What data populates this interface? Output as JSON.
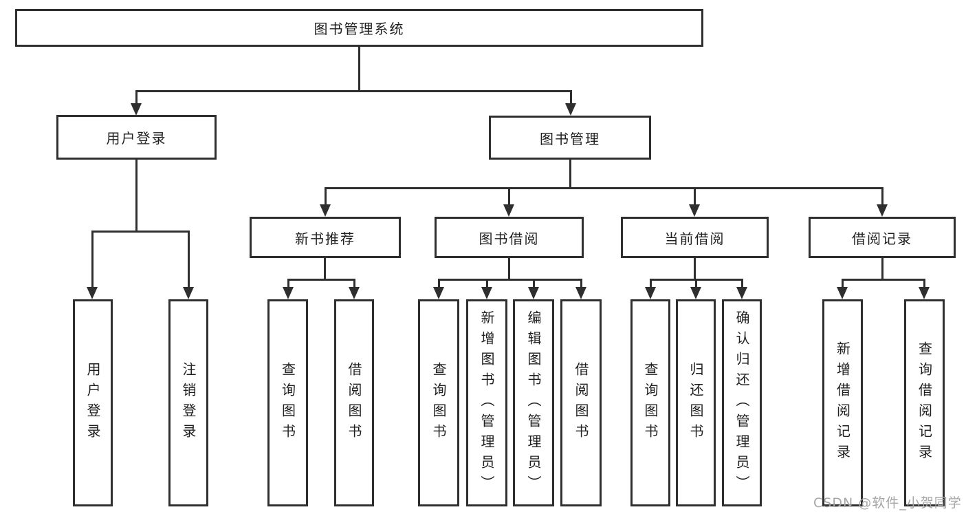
{
  "colors": {
    "line": "#2f2f2f",
    "text": "#1f1f1f",
    "background": "#ffffff",
    "watermark": "#a6a6a6"
  },
  "tree": {
    "root": {
      "label": "图书管理系统"
    },
    "branches": [
      {
        "label": "用户登录",
        "children": [
          {
            "label": "用户登录"
          },
          {
            "label": "注销登录"
          }
        ]
      },
      {
        "label": "图书管理",
        "children": [
          {
            "label": "新书推荐",
            "children": [
              {
                "label": "查询图书"
              },
              {
                "label": "借阅图书"
              }
            ]
          },
          {
            "label": "图书借阅",
            "children": [
              {
                "label": "查询图书"
              },
              {
                "label": "新增图书（管理员）"
              },
              {
                "label": "编辑图书（管理员）"
              },
              {
                "label": "借阅图书"
              }
            ]
          },
          {
            "label": "当前借阅",
            "children": [
              {
                "label": "查询图书"
              },
              {
                "label": "归还图书"
              },
              {
                "label": "确认归还（管理员）"
              }
            ]
          },
          {
            "label": "借阅记录",
            "children": [
              {
                "label": "新增借阅记录"
              },
              {
                "label": "查询借阅记录"
              }
            ]
          }
        ]
      }
    ]
  },
  "watermark": {
    "text": "CSDN @软件_小贺同学"
  }
}
